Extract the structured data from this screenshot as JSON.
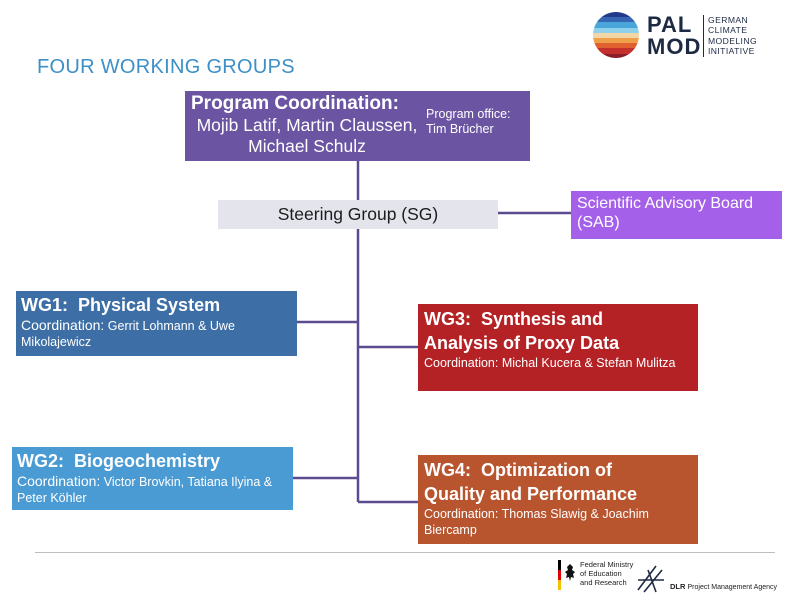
{
  "title": "FOUR WORKING GROUPS",
  "logo": {
    "line1": "PAL",
    "line2": "MOD",
    "tagline": [
      "GERMAN",
      "CLIMATE",
      "MODELING",
      "INITIATIVE"
    ],
    "stripe_colors": [
      "#233a8c",
      "#3565b3",
      "#4aa6d8",
      "#8fd0ea",
      "#f3d6a6",
      "#f0a04a",
      "#e0612f",
      "#c4302b",
      "#8a1f2b"
    ]
  },
  "coordination": {
    "heading": "Program Coordination:",
    "names": "Mojib Latif, Martin Claussen, Michael Schulz",
    "office_label": "Program office:",
    "office_name": "Tim Brücher"
  },
  "steering": "Steering Group (SG)",
  "advisory": "Scientific Advisory Board (SAB)",
  "wg1": {
    "title": "WG1:  Physical System",
    "coord_label": "Coordination:",
    "coord_names": "Gerrit Lohmann & Uwe Mikolajewicz"
  },
  "wg2": {
    "title": "WG2:  Biogeochemistry",
    "coord_label": "Coordination:",
    "coord_names": "Victor Brovkin, Tatiana Ilyina & Peter Köhler"
  },
  "wg3": {
    "title": "WG3:  Synthesis and Analysis of Proxy Data",
    "coord_text": "Coordination: Michal Kucera & Stefan Mulitza"
  },
  "wg4": {
    "title": "WG4:  Optimization of Quality and Performance",
    "coord_text": "Coordination: Thomas Slawig & Joachim Biercamp"
  },
  "footer": {
    "bmbf": [
      "Federal Ministry",
      "of Education",
      "and Research"
    ],
    "dlr_abbr": "DLR",
    "dlr_text": "Project Management Agency"
  },
  "colors": {
    "title": "#3d8fc7",
    "coordination": "#6b55a3",
    "steering": "#e4e4ed",
    "advisory": "#a560ea",
    "wg1": "#3d6fa6",
    "wg2": "#4a9bd4",
    "wg3": "#b52226",
    "wg4": "#b8552f",
    "connector": "#5c4b91"
  }
}
